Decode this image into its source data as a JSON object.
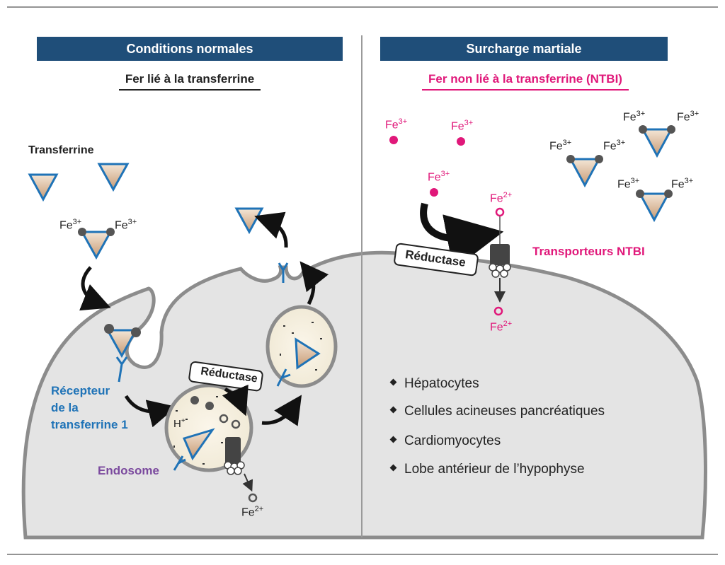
{
  "left": {
    "header": "Conditions normales",
    "subtitle": "Fer lié à la transferrine",
    "transferrine_label": "Transferrine",
    "receptor_label_1": "Récepteur",
    "receptor_label_2": "de la",
    "receptor_label_3": "transferrine 1",
    "endosome_label": "Endosome",
    "reductase_label": "Réductase",
    "hplus": "H",
    "hplus_sup": "+",
    "fe3": "Fe",
    "fe3_sup": "3+",
    "fe2": "Fe",
    "fe2_sup": "2+"
  },
  "right": {
    "header": "Surcharge martiale",
    "subtitle": "Fer non lié à la transferrine (NTBI)",
    "reductase_label": "Réductase",
    "transporters_label": "Transporteurs NTBI",
    "fe3": "Fe",
    "fe3_sup": "3+",
    "fe2": "Fe",
    "fe2_sup": "2+",
    "cells": [
      "Hépatocytes",
      "Cellules acineuses pancréatiques",
      "Cardiomyocytes",
      "Lobe antérieur de l’hypophyse"
    ]
  },
  "colors": {
    "header_bg": "#1f4e79",
    "pink": "#e0187a",
    "blue": "#1f73b7",
    "purple": "#7b4a9e",
    "cell_fill": "#e4e4e4"
  }
}
